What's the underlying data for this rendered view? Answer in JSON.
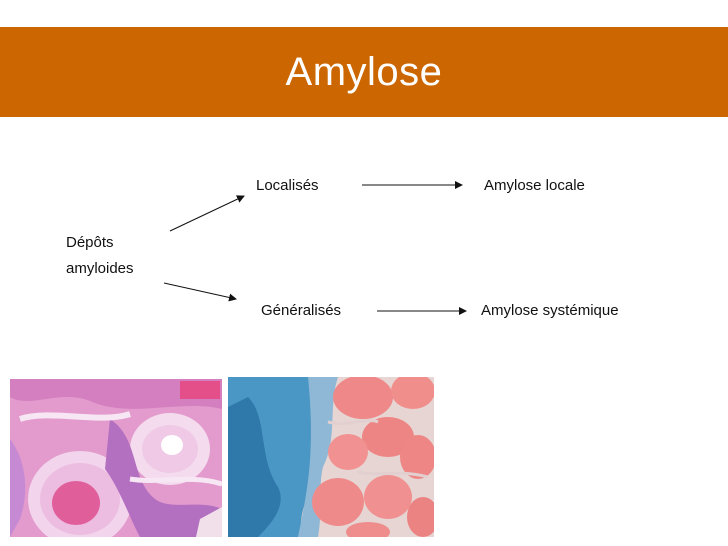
{
  "slide": {
    "title": "Amylose"
  },
  "diagram": {
    "root_line1": "Dépôts",
    "root_line2": "amyloides",
    "branch_localized": "Localisés",
    "branch_generalized": "Généralisés",
    "result_local": "Amylose locale",
    "result_systemic": "Amylose systémique"
  },
  "colors": {
    "title_bar": "#cc6600",
    "title_text": "#ffffff",
    "he_stain_pink": "#e07fb3",
    "congo_red_deposit": "#ef8a8a",
    "methyl_blue": "#3d8fbf"
  },
  "images": [
    {
      "name": "histology-he-stain",
      "icon": "microscopy-image"
    },
    {
      "name": "histology-congo-red-stain",
      "icon": "microscopy-image"
    }
  ]
}
